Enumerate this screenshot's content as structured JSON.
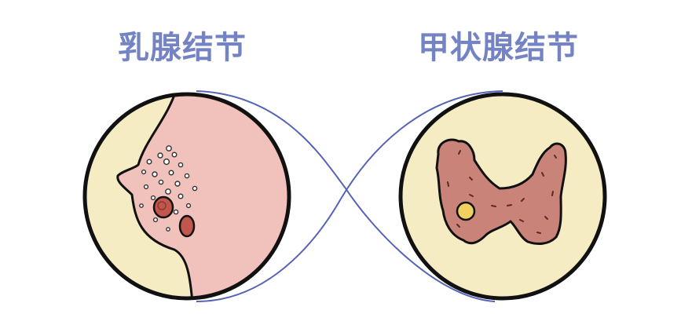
{
  "labels": {
    "breast": "乳腺结节",
    "thyroid": "甲状腺结节"
  },
  "colors": {
    "title": "#7383c4",
    "connector": "#5563b4",
    "circle_bg": "#f5ecc4",
    "skin": "#f0c2bb",
    "thyroid": "#c98378",
    "nodule_dark": "#c0564c",
    "nodule_yellow": "#f0d060",
    "outline": "#111111"
  },
  "icons": [
    "breast-illustration",
    "thyroid-illustration"
  ]
}
